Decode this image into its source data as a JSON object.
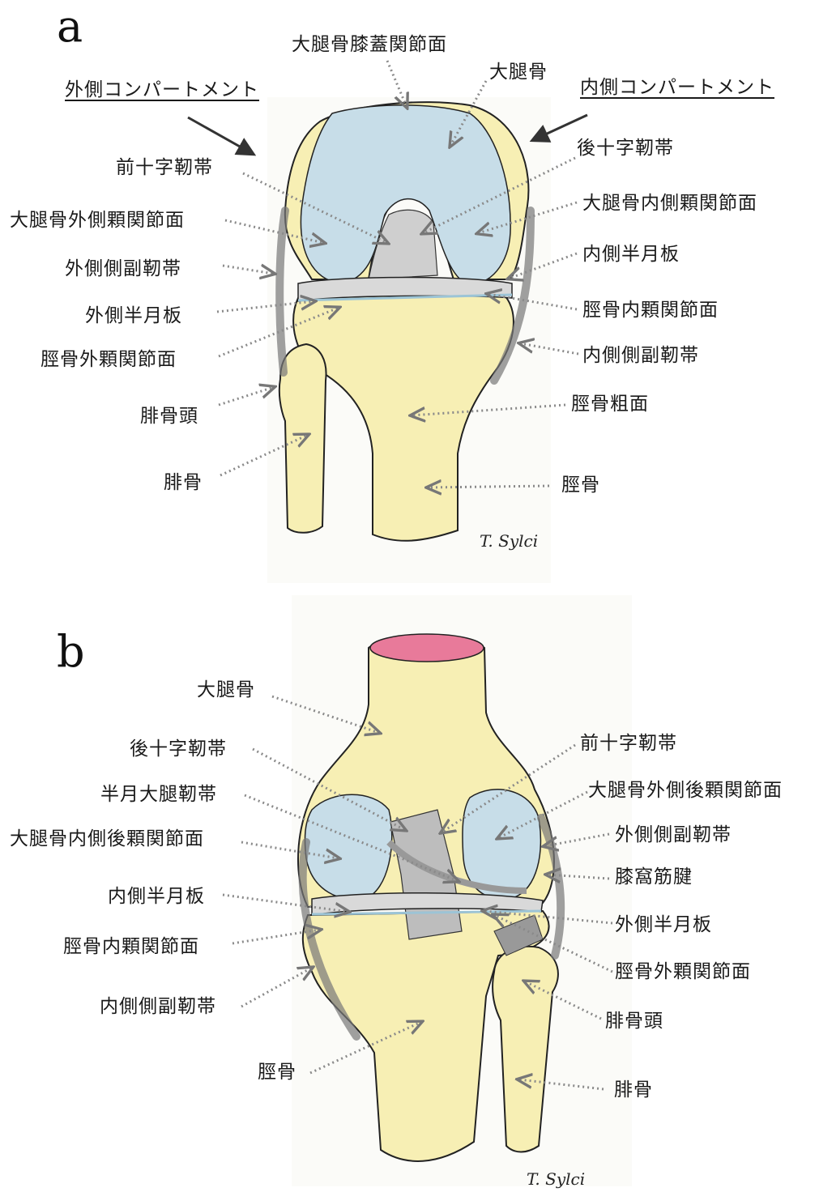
{
  "panel_a": {
    "letter": "a",
    "compartment_lateral": "外側コンパートメント",
    "compartment_medial": "内側コンパートメント",
    "labels": {
      "patellar_surface": "大腿骨膝蓋関節面",
      "femur": "大腿骨",
      "acl": "前十字靭帯",
      "pcl": "後十字靭帯",
      "lateral_condyle_surface": "大腿骨外側顆関節面",
      "medial_condyle_surface": "大腿骨内側顆関節面",
      "lcl": "外側側副靭帯",
      "medial_meniscus": "内側半月板",
      "lateral_meniscus": "外側半月板",
      "tibia_medial_surface": "脛骨内顆関節面",
      "tibia_lateral_surface": "脛骨外顆関節面",
      "mcl": "内側側副靭帯",
      "fibula_head": "腓骨頭",
      "tibial_tuberosity": "脛骨粗面",
      "fibula": "腓骨",
      "tibia": "脛骨"
    },
    "signature": "T. Sylci"
  },
  "panel_b": {
    "letter": "b",
    "labels": {
      "femur": "大腿骨",
      "pcl": "後十字靭帯",
      "acl": "前十字靭帯",
      "meniscofemoral": "半月大腿靭帯",
      "lateral_post_condyle": "大腿骨外側後顆関節面",
      "medial_post_condyle": "大腿骨内側後顆関節面",
      "lcl": "外側側副靭帯",
      "popliteus": "膝窩筋腱",
      "medial_meniscus": "内側半月板",
      "lateral_meniscus": "外側半月板",
      "tibia_medial_surface": "脛骨内顆関節面",
      "tibia_lateral_surface": "脛骨外顆関節面",
      "mcl": "内側側副靭帯",
      "fibula_head": "腓骨頭",
      "tibia": "脛骨",
      "fibula": "腓骨"
    },
    "signature": "T. Sylci"
  },
  "colors": {
    "bone": "#f7efb4",
    "cartilage": "#c7dde8",
    "ligament": "#b8b8b8",
    "cut_surface": "#e87a9a",
    "leader": "#8a8a8a"
  }
}
